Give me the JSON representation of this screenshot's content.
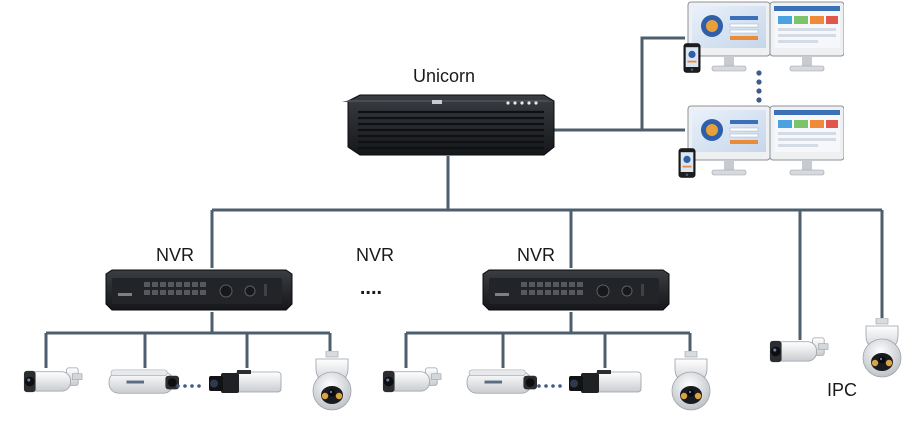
{
  "labels": {
    "server": "Unicorn",
    "nvr_left": "NVR",
    "nvr_middle": "NVR",
    "nvr_right": "NVR",
    "ipc": "IPC"
  },
  "ellipsis_dots": "....",
  "colors": {
    "line": "#4d5e6e",
    "device_dark": "#1b1d20",
    "device_panel": "#2a2c30",
    "camera_white": "#eceeef",
    "screen_blue": "#3b6fb8",
    "tile_blue": "#4aa3df",
    "tile_green": "#7dc36b",
    "tile_orange": "#f08a3a",
    "tile_red": "#e2574c",
    "dot_blue": "#3d5a8a"
  },
  "icons": {
    "server": "rack-server-icon",
    "nvr": "nvr-recorder-icon",
    "bullet_camera": "bullet-camera-icon",
    "box_camera": "box-camera-icon",
    "dome_camera": "ptz-dome-camera-icon",
    "workstation": "monitor-workstation-icon",
    "phone": "smartphone-icon"
  }
}
